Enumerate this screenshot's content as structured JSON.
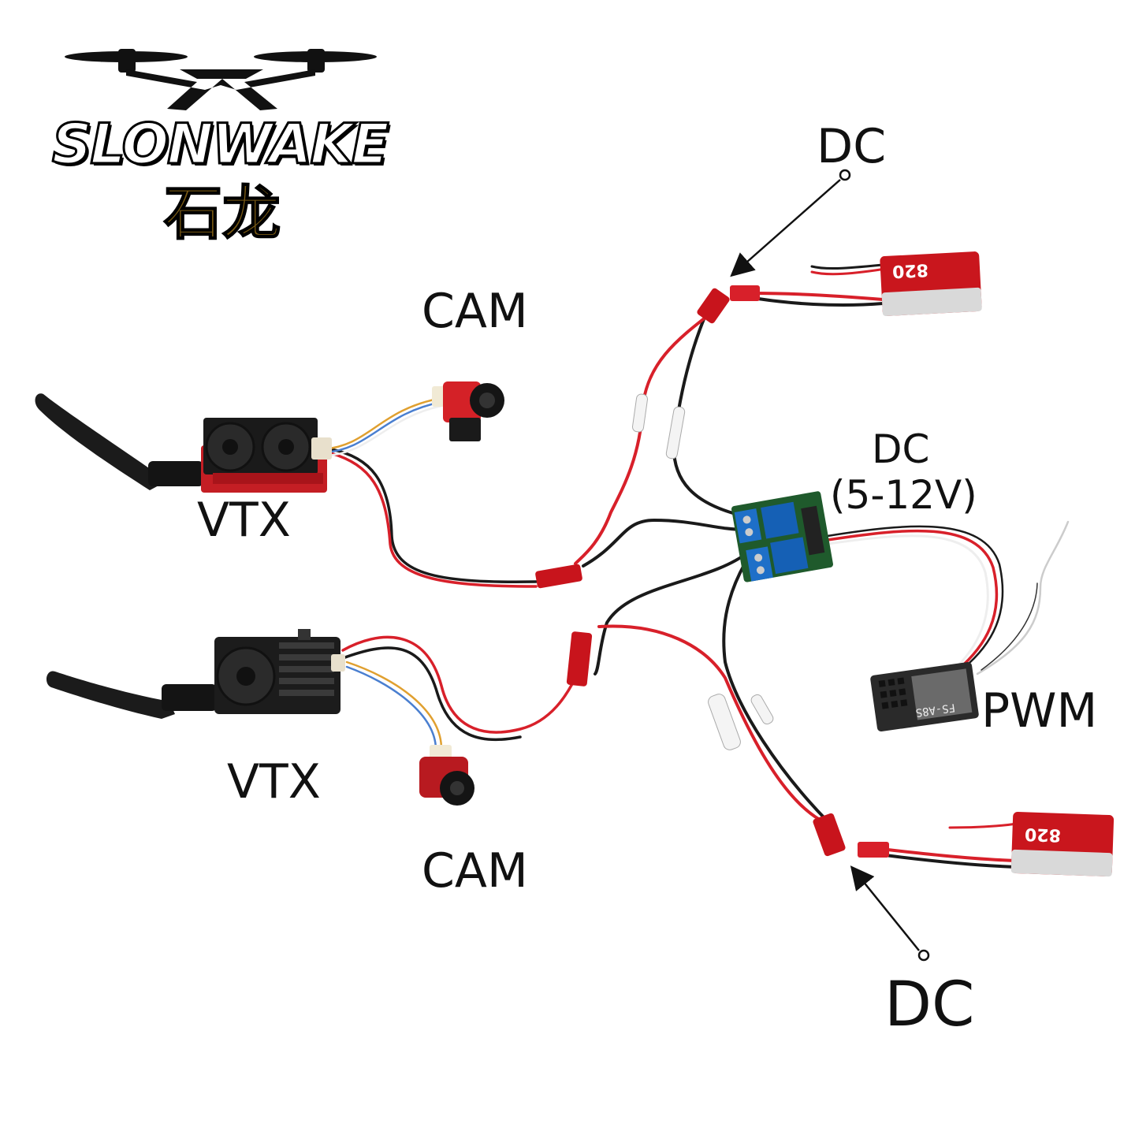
{
  "brand": {
    "name": "SLONWAKE",
    "name_cn": "石龙",
    "accent_color": "#7a5a14"
  },
  "labels": {
    "cam_top": "CAM",
    "vtx_top": "VTX",
    "cam_bottom": "CAM",
    "vtx_bottom": "VTX",
    "dc_top": "DC",
    "dc_relay": "DC",
    "dc_relay_range": "(5-12V)",
    "pwm": "PWM",
    "dc_bottom": "DC"
  },
  "components": {
    "battery_top": {
      "capacity": "820"
    },
    "battery_bottom": {
      "capacity": "820"
    },
    "receiver": {
      "model": "FS-A8S"
    }
  },
  "icons": {
    "logo": "drone-icon",
    "vtx": "video-transmitter-icon",
    "camera": "fpv-camera-icon",
    "relay": "relay-module-icon",
    "receiver": "rc-receiver-icon",
    "battery": "lipo-battery-icon",
    "connector": "jst-connector-icon"
  },
  "colors": {
    "wire_red": "#d8202a",
    "wire_black": "#1a1a1a",
    "vtx_red": "#c41e24",
    "camera_red": "#d42127",
    "relay_blue": "#1e6fc8",
    "battery_red": "#c9161d"
  }
}
